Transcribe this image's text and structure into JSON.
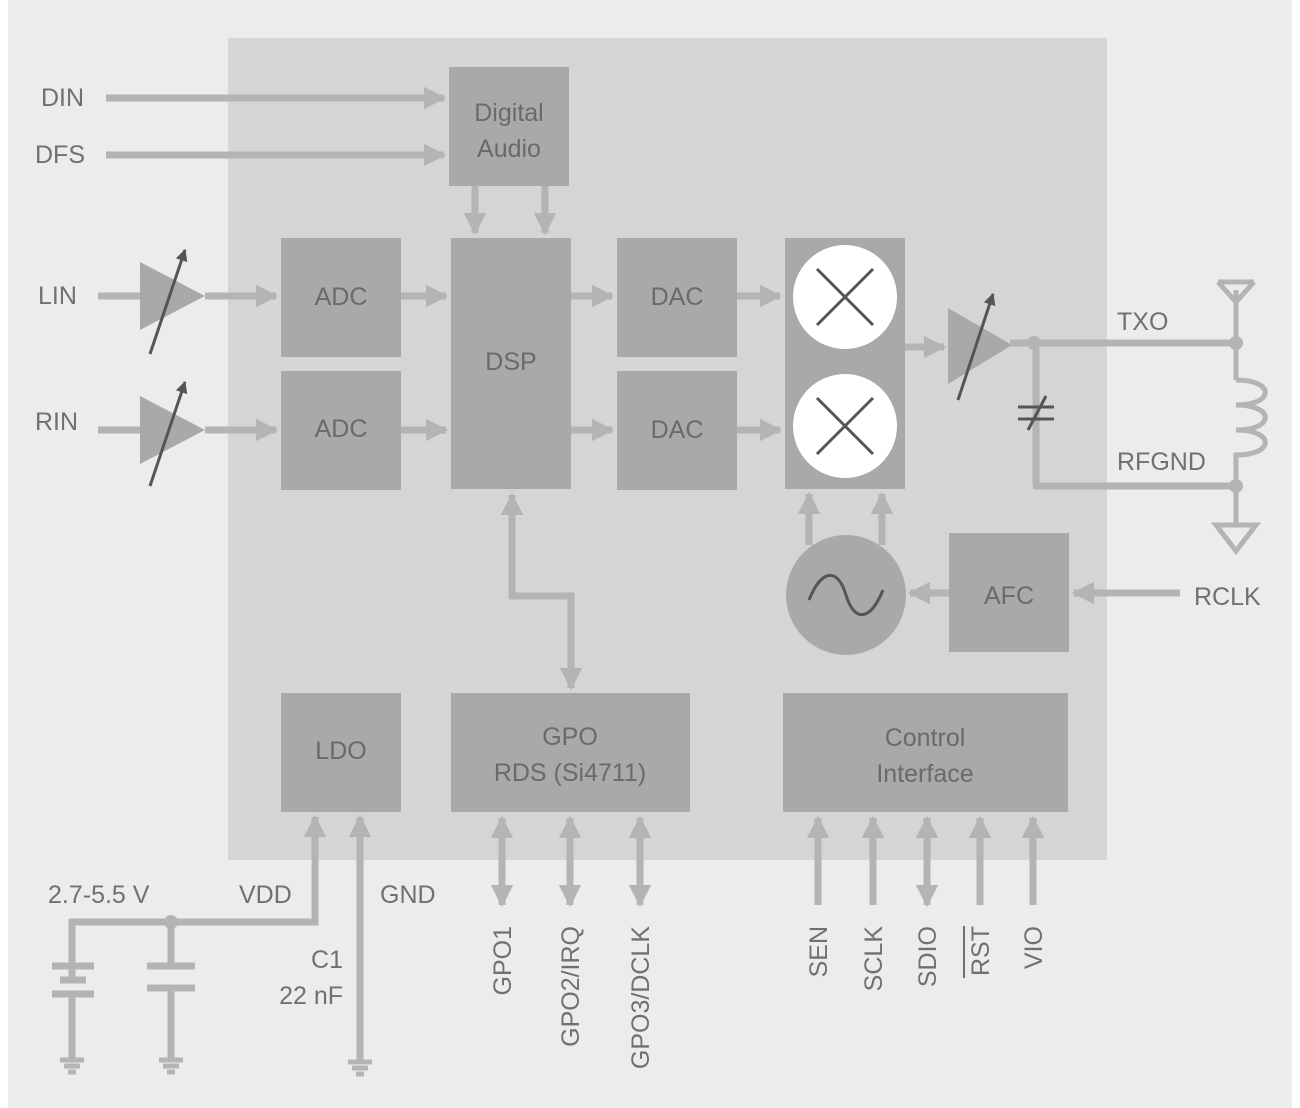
{
  "blocks": {
    "digital_audio": [
      "Digital",
      "Audio"
    ],
    "adc": "ADC",
    "dsp": "DSP",
    "dac": "DAC",
    "afc": "AFC",
    "ldo": "LDO",
    "gpo": [
      "GPO",
      "RDS (Si4711)"
    ],
    "control": [
      "Control",
      "Interface"
    ]
  },
  "pins": {
    "din": "DIN",
    "dfs": "DFS",
    "lin": "LIN",
    "rin": "RIN",
    "txo": "TXO",
    "rfgnd": "RFGND",
    "rclk": "RCLK",
    "vdd": "VDD",
    "gnd": "GND",
    "supply": "2.7-5.5 V",
    "c1": "C1",
    "c1_value": "22 nF",
    "gpo1": "GPO1",
    "gpo2": "GPO2/IRQ",
    "gpo3": "GPO3/DCLK",
    "sen": "SEN",
    "sclk": "SCLK",
    "sdio": "SDIO",
    "rst": "RST",
    "vio": "VIO"
  },
  "colors": {
    "background": "#ececec",
    "chip": "#d5d5d5",
    "block": "#a9a9a9",
    "wire": "#b4b4b4",
    "text": "#707070"
  }
}
